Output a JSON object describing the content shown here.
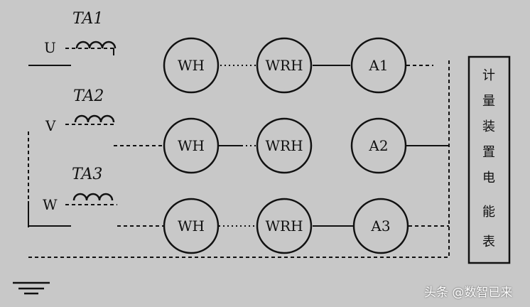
{
  "transformers": [
    {
      "label": "TA1",
      "phase": "U"
    },
    {
      "label": "TA2",
      "phase": "V"
    },
    {
      "label": "TA3",
      "phase": "W"
    }
  ],
  "rows": [
    {
      "wh": "WH",
      "wrh": "WRH",
      "a": "A1"
    },
    {
      "wh": "WH",
      "wrh": "WRH",
      "a": "A2"
    },
    {
      "wh": "WH",
      "wrh": "WRH",
      "a": "A3"
    }
  ],
  "panel_chars": [
    "计",
    "量",
    "装",
    "置",
    "电",
    "能",
    "表"
  ],
  "watermark": "头条 @数智已来"
}
